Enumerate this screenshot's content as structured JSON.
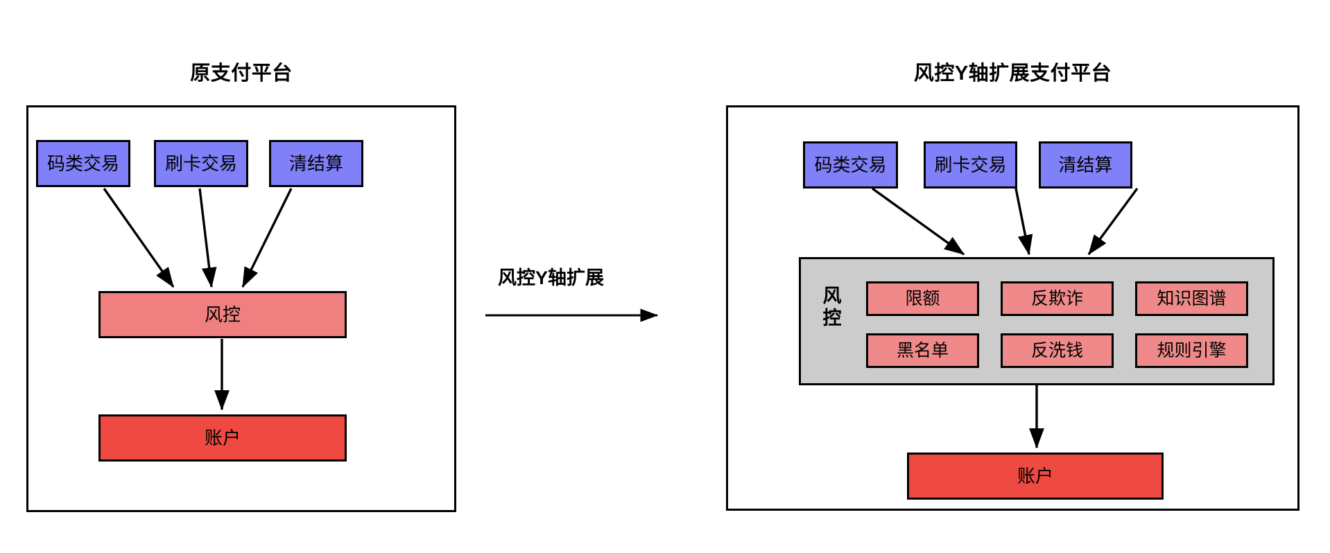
{
  "left_panel": {
    "title": "原支付平台",
    "channels": [
      {
        "label": "码类交易"
      },
      {
        "label": "刷卡交易"
      },
      {
        "label": "清结算"
      }
    ],
    "risk_control": {
      "label": "风控"
    },
    "account": {
      "label": "账户"
    }
  },
  "transition": {
    "label": "风控Y轴扩展",
    "arrow": "right-arrow"
  },
  "right_panel": {
    "title": "风控Y轴扩展支付平台",
    "channels": [
      {
        "label": "码类交易"
      },
      {
        "label": "刷卡交易"
      },
      {
        "label": "清结算"
      }
    ],
    "risk_group": {
      "label": "风控",
      "label_chars": [
        "风",
        "控"
      ],
      "modules": [
        {
          "label": "限额"
        },
        {
          "label": "反欺诈"
        },
        {
          "label": "知识图谱"
        },
        {
          "label": "黑名单"
        },
        {
          "label": "反洗钱"
        },
        {
          "label": "规则引擎"
        }
      ]
    },
    "account": {
      "label": "账户"
    }
  },
  "colors": {
    "channel_blue": "#8080f8",
    "risk_salmon": "#f08080",
    "module_salmon": "#f08a8a",
    "account_red": "#ef4a41",
    "group_gray": "#cccccc",
    "stroke": "#000000",
    "background": "#ffffff"
  }
}
